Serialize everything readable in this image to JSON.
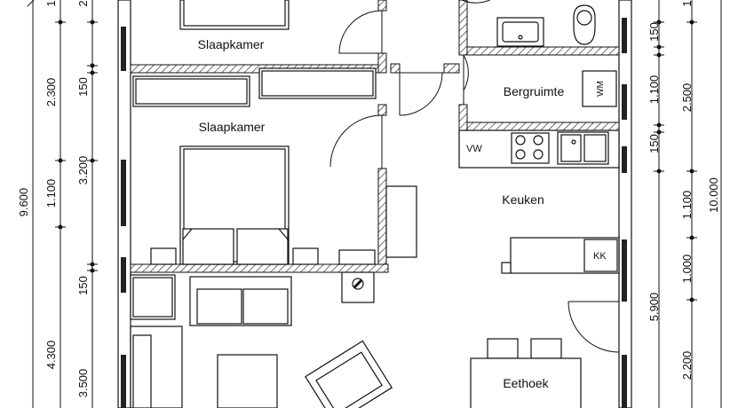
{
  "rooms": {
    "slaapkamer_top": "Slaapkamer",
    "slaapkamer_mid": "Slaapkamer",
    "bergruimte": "Bergruimte",
    "keuken": "Keuken",
    "eethoek": "Eethoek"
  },
  "appliances": {
    "wm": "WM",
    "vw": "VW",
    "kk": "KK"
  },
  "dimensions": {
    "left_outer": [
      "9.600"
    ],
    "left_mid": [
      "1",
      "2.300",
      "1.100",
      "4.300"
    ],
    "left_inner": [
      "2",
      "150",
      "3.200",
      "150",
      "3.500"
    ],
    "right_inner": [
      "150",
      "1.100",
      "150",
      "5.900"
    ],
    "right_mid": [
      "1",
      "2.500",
      "1.100",
      "1.000",
      "2.200"
    ],
    "right_outer": [
      "10.000"
    ]
  },
  "colors": {
    "line": "#111111",
    "hatch": "#333333"
  }
}
